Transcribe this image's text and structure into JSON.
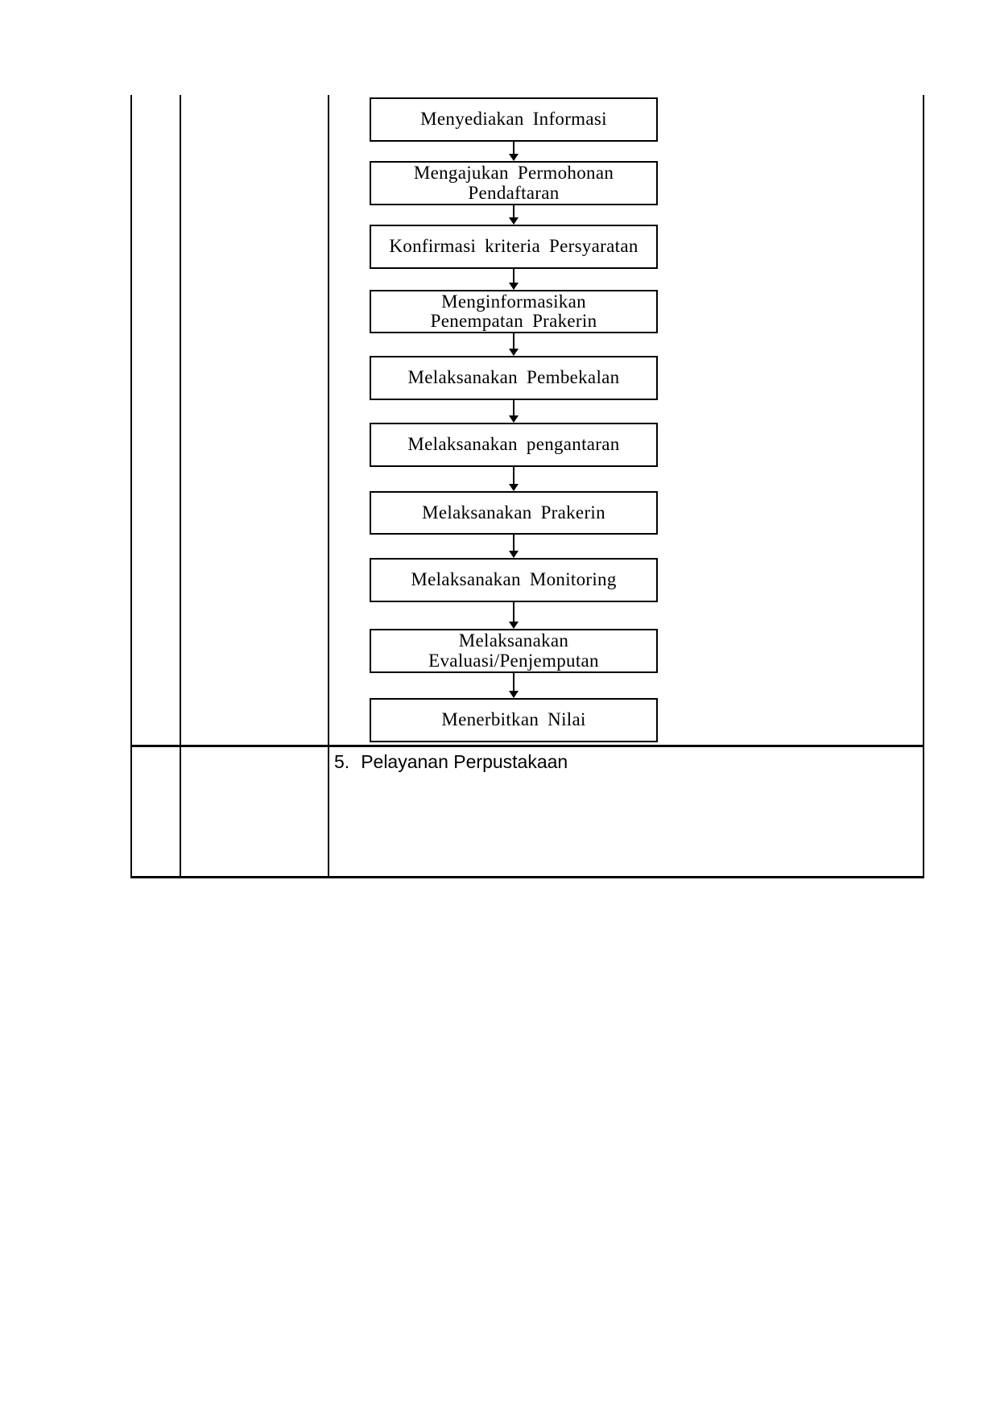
{
  "page": {
    "background_color": "#ffffff",
    "line_color": "#000000"
  },
  "flowchart": {
    "steps": [
      {
        "label": "Menyediakan Informasi"
      },
      {
        "label": "Mengajukan Permohonan\nPendaftaran"
      },
      {
        "label": "Konfirmasi kriteria Persyaratan"
      },
      {
        "label": "Menginformasikan\nPenempatan Prakerin"
      },
      {
        "label": "Melaksanakan Pembekalan"
      },
      {
        "label": "Melaksanakan pengantaran"
      },
      {
        "label": "Melaksanakan Prakerin"
      },
      {
        "label": "Melaksanakan Monitoring"
      },
      {
        "label": "Melaksanakan\nEvaluasi/Penjemputan"
      },
      {
        "label": "Menerbitkan Nilai"
      }
    ]
  },
  "table": {
    "row2": {
      "number": "5.",
      "label": "Pelayanan Perpustakaan"
    }
  }
}
